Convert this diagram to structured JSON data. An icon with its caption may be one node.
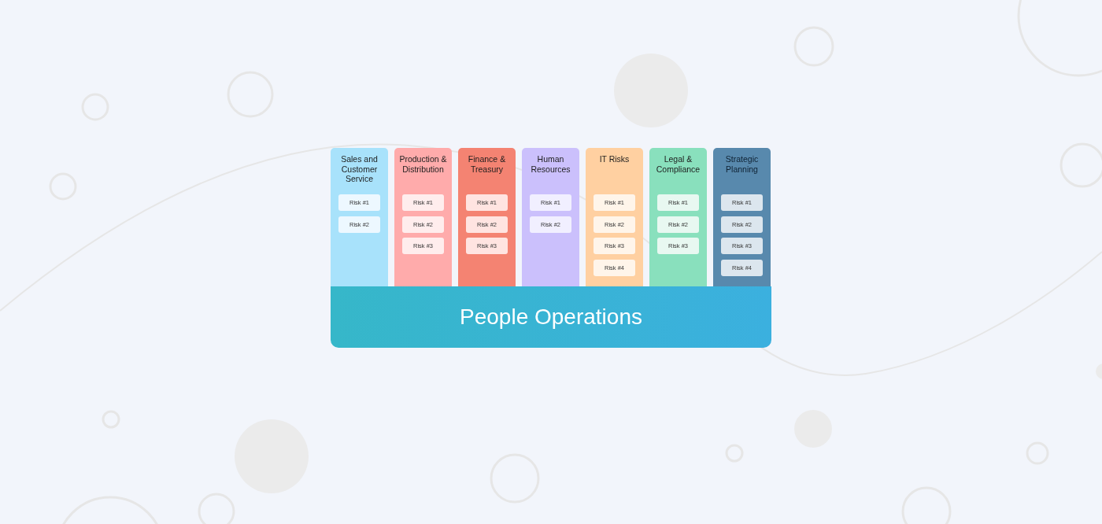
{
  "diagram": {
    "nodes": [
      {
        "text": [
          "Sales and Customer Service"
        ]
      },
      {
        "text": [
          "Risk #1"
        ],
        "in": 0
      },
      {
        "text": [
          "Risk #2"
        ],
        "in": 0
      },
      {
        "text": [
          "Production & Distribution"
        ]
      },
      {
        "text": [
          "Risk #1"
        ],
        "in": 3
      },
      {
        "text": [
          "Risk #2"
        ],
        "in": 3
      },
      {
        "text": [
          "Risk #3"
        ],
        "in": 3
      },
      {
        "text": [
          "Finance & Treasury"
        ]
      },
      {
        "text": [
          "Risk #1"
        ],
        "in": 7
      },
      {
        "text": [
          "Risk #2"
        ],
        "in": 7
      },
      {
        "text": [
          "Risk #3"
        ],
        "in": 7
      },
      {
        "text": [
          "Human Resources"
        ]
      },
      {
        "text": [
          "Risk #1"
        ],
        "in": 11
      },
      {
        "text": [
          "Risk #2"
        ],
        "in": 11
      },
      {
        "text": [
          "IT Risks"
        ]
      },
      {
        "text": [
          "Risk #1"
        ],
        "in": 14
      },
      {
        "text": [
          "Risk #2"
        ],
        "in": 14
      },
      {
        "text": [
          "Risk #3"
        ],
        "in": 14
      },
      {
        "text": [
          "Risk #4"
        ],
        "in": 14
      },
      {
        "text": [
          "Legal & Compliance"
        ]
      },
      {
        "text": [
          "Risk #1"
        ],
        "in": 19
      },
      {
        "text": [
          "Risk #2"
        ],
        "in": 19
      },
      {
        "text": [
          "Risk #3"
        ],
        "in": 19
      },
      {
        "text": [
          "Strategic Planning"
        ]
      },
      {
        "text": [
          "Risk #1"
        ],
        "in": 23
      },
      {
        "text": [
          "Risk #2"
        ],
        "in": 23
      },
      {
        "text": [
          "Risk #3"
        ],
        "in": 23
      },
      {
        "text": [
          "Risk #4"
        ],
        "in": 23
      },
      {
        "text": [
          "People Operations"
        ]
      }
    ]
  }
}
